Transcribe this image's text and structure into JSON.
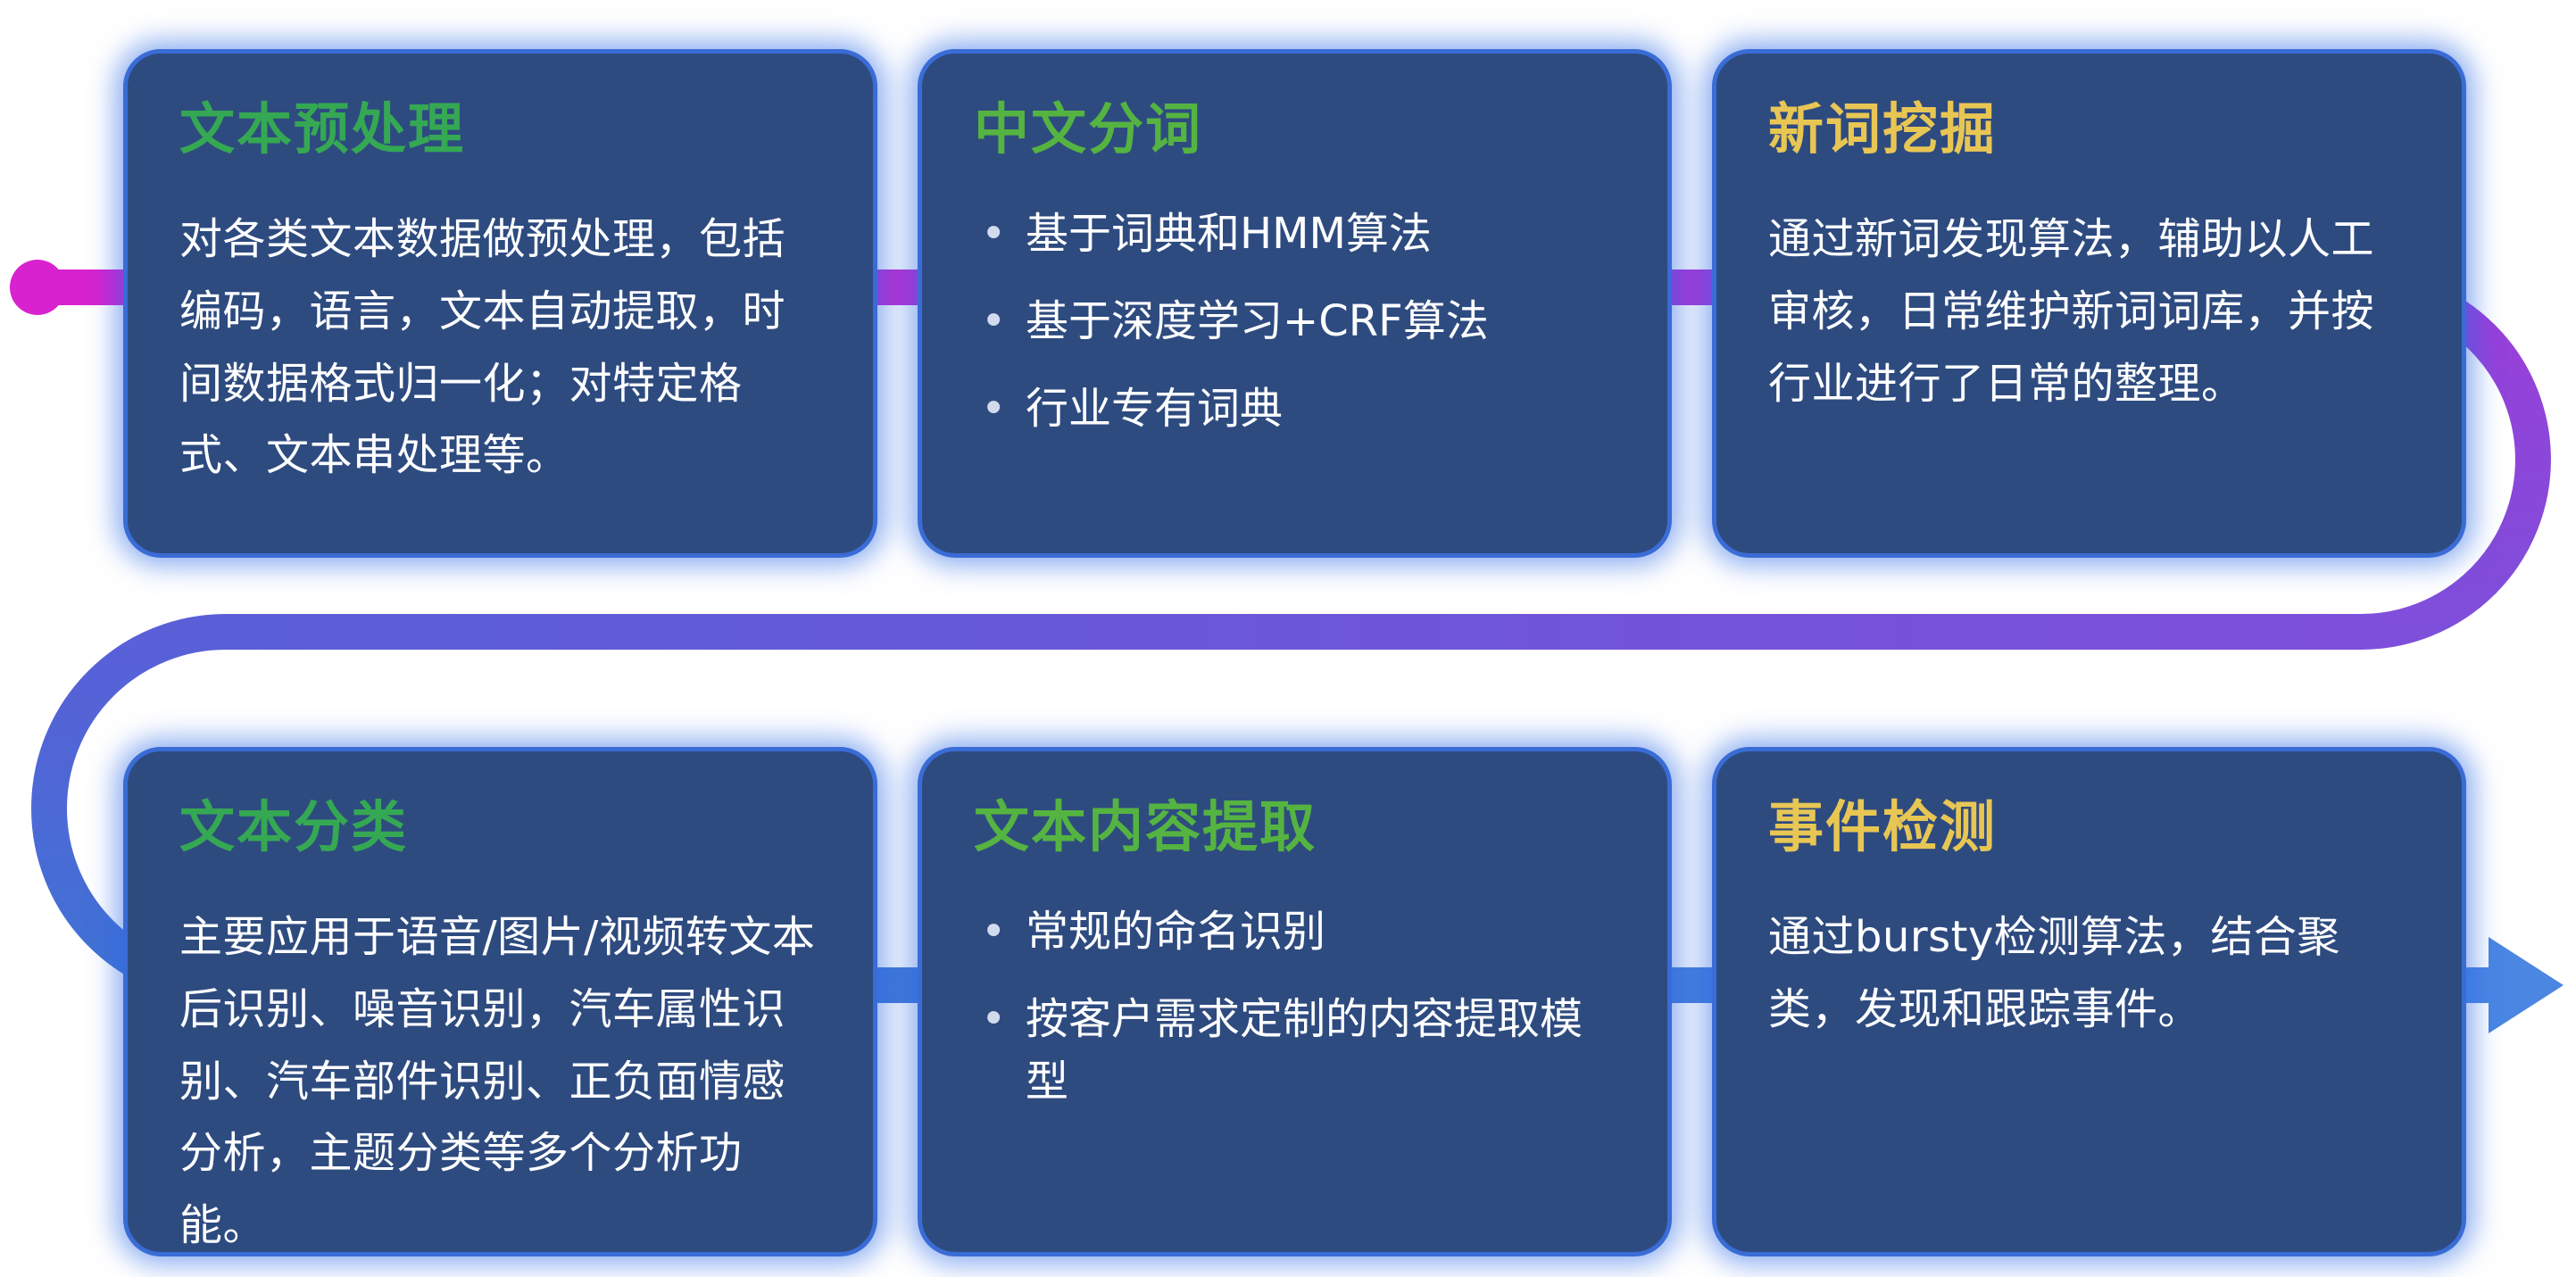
{
  "flow": {
    "start_color": "#d822cf",
    "purple_color": "#9a3ed9",
    "violet_color": "#7e4fdb",
    "indigo_color": "#5a5fd8",
    "blue_color": "#3f73d4",
    "arrow_color": "#4a86e2"
  },
  "card_style": {
    "fill": "#2e4b80",
    "border": "#3a6cd6",
    "glow": "#2b69e6"
  },
  "cards": [
    {
      "id": "text-preprocessing",
      "title": "文本预处理",
      "title_color": "#35a853",
      "body": "对各类文本数据做预处理，包括编码，语言，文本自动提取，时间数据格式归一化；对特定格式、文本串处理等。"
    },
    {
      "id": "chinese-word-segmentation",
      "title": "中文分词",
      "title_color": "#55b441",
      "bullets": [
        "基于词典和HMM算法",
        "基于深度学习+CRF算法",
        "行业专有词典"
      ]
    },
    {
      "id": "new-word-mining",
      "title": "新词挖掘",
      "title_color": "#e8c654",
      "body": "通过新词发现算法，辅助以人工审核，日常维护新词词库，并按行业进行了日常的整理。"
    },
    {
      "id": "text-classification",
      "title": "文本分类",
      "title_color": "#35a853",
      "body": "主要应用于语音/图片/视频转文本后识别、噪音识别，汽车属性识别、汽车部件识别、正负面情感分析，主题分类等多个分析功能。"
    },
    {
      "id": "text-content-extraction",
      "title": "文本内容提取",
      "title_color": "#55b441",
      "bullets": [
        "常规的命名识别",
        "按客户需求定制的内容提取模型"
      ]
    },
    {
      "id": "event-detection",
      "title": "事件检测",
      "title_color": "#e8c654",
      "body": "通过bursty检测算法，结合聚类，发现和跟踪事件。"
    }
  ]
}
